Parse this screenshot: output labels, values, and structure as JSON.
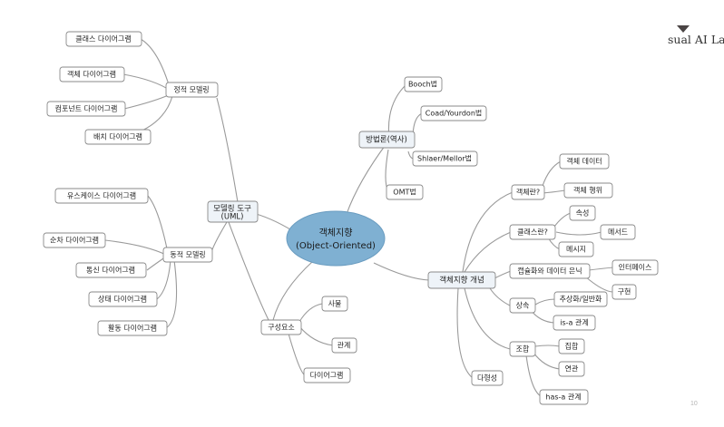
{
  "center": {
    "line1": "객체지향",
    "line2": "(Object-Oriented)"
  },
  "branches": {
    "modeling_tool": {
      "label_line1": "모델링 도구",
      "label_line2": "(UML)",
      "static": {
        "label": "정적 모델링",
        "items": [
          "클래스 다이어그램",
          "객체 다이어그램",
          "컴포넌트 다이어그램",
          "배치 다이어그램"
        ]
      },
      "dynamic": {
        "label": "동적 모델링",
        "items": [
          "유스케이스 다이어그램",
          "순차 다이어그램",
          "통신 다이어그램",
          "상태 다이어그램",
          "활동 다이어그램"
        ]
      },
      "components": {
        "label": "구성요소",
        "items": [
          "사물",
          "관계",
          "다이어그램"
        ]
      }
    },
    "methodology": {
      "label": "방법론(역사)",
      "items": [
        "Booch법",
        "Coad/Yourdon법",
        "Shlaer/Mellor법",
        "OMT법"
      ]
    },
    "concepts": {
      "label": "객체지향 개념",
      "object": {
        "label": "객체란?",
        "items": [
          "객체 데이터",
          "객체 행위"
        ]
      },
      "class": {
        "label": "클래스란?",
        "items": [
          "속성",
          "메서드",
          "메시지"
        ]
      },
      "encapsulation": {
        "label": "캡슐화와 데이터 은닉",
        "items": [
          "인터페이스",
          "구현"
        ]
      },
      "inheritance": {
        "label": "상속",
        "items": [
          "추상화/일반화",
          "is-a 관계"
        ]
      },
      "composition": {
        "label": "조합",
        "items": [
          "집합",
          "연관",
          "has-a 관계"
        ]
      },
      "polymorphism": {
        "label": "다형성"
      }
    }
  },
  "logo": {
    "text": "sual AI La"
  },
  "page_number": "10"
}
